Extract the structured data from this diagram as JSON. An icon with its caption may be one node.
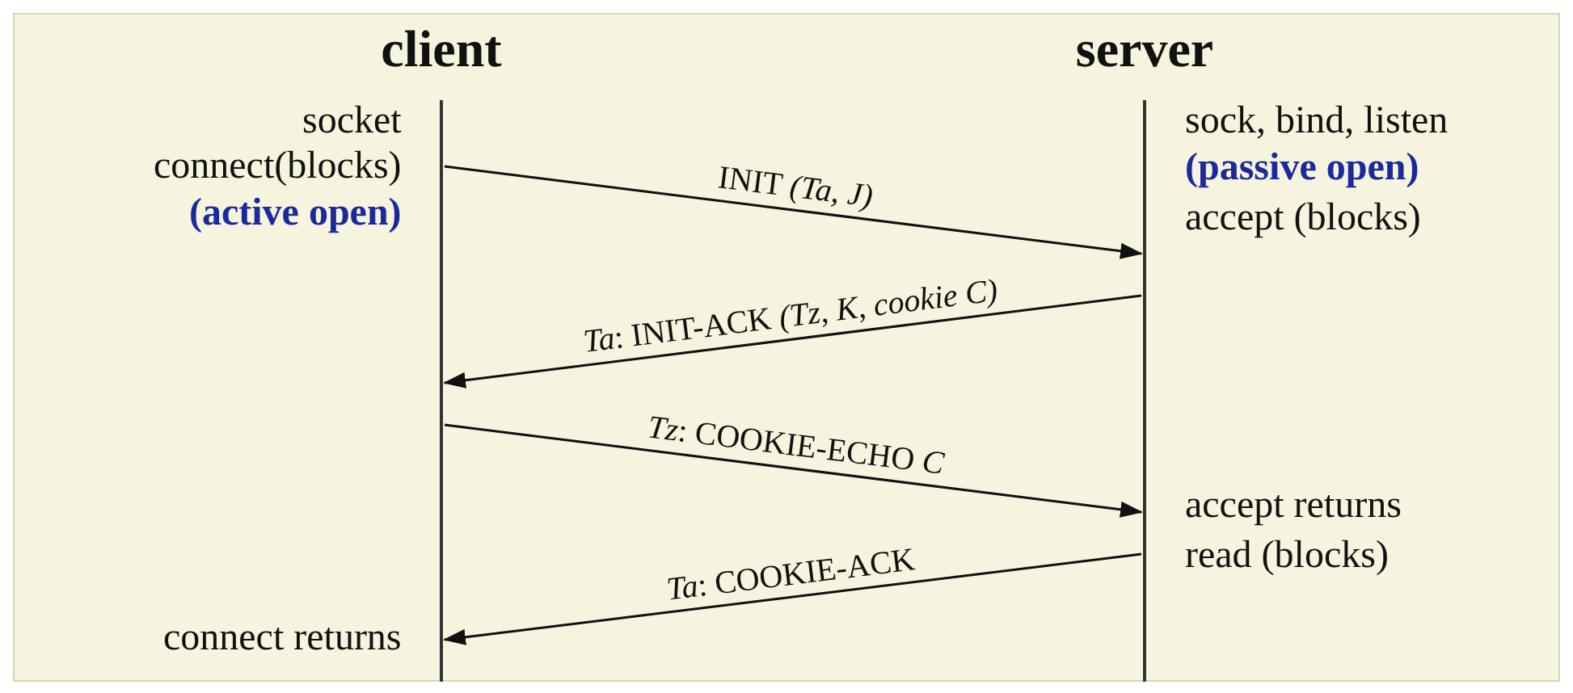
{
  "diagram": {
    "nodes": [
      {
        "text": [
          "client"
        ]
      },
      {
        "text": [
          "server"
        ]
      }
    ],
    "edges": [
      {
        "from": 0,
        "to": 1,
        "arrow": "to",
        "label": "INIT *(Ta, J)*"
      },
      {
        "from": 1,
        "to": 0,
        "arrow": "to",
        "label": "*Ta*: INIT-ACK *(Tz, K, cookie C)*"
      },
      {
        "from": 0,
        "to": 1,
        "arrow": "to",
        "label": "*Tz*: COOKIE-ECHO *C*"
      },
      {
        "from": 1,
        "to": 0,
        "arrow": "to",
        "label": "*Ta*: COOKIE-ACK"
      }
    ],
    "labels": [
      "socket",
      "sock, bind, listen",
      "connect(blocks)",
      "(passive open)",
      "(active open)",
      "accept (blocks)",
      "accept returns",
      "read (blocks)",
      "connect returns"
    ]
  }
}
